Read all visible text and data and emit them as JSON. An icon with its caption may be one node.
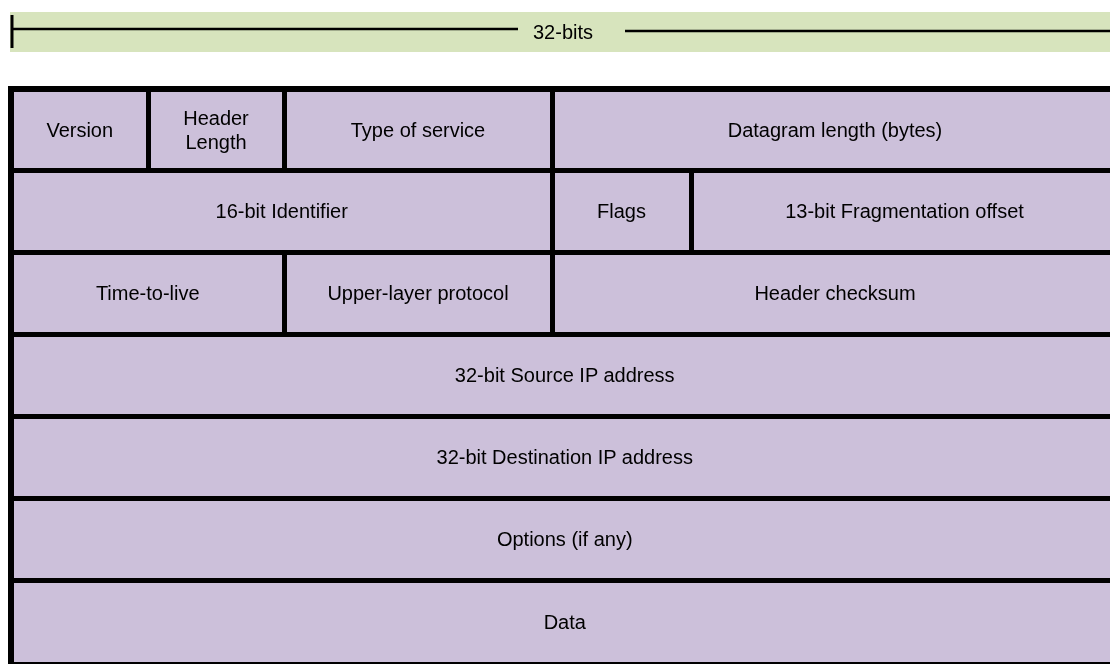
{
  "diagram": {
    "nodes": [
      {
        "text": [
          "32-bits"
        ]
      },
      {
        "text": [
          "Version"
        ]
      },
      {
        "text": [
          "Header Length"
        ]
      },
      {
        "text": [
          "Type of service"
        ]
      },
      {
        "text": [
          "Datagram length (bytes)"
        ]
      },
      {
        "text": [
          "16-bit Identifier"
        ]
      },
      {
        "text": [
          "Flags"
        ]
      },
      {
        "text": [
          "13-bit Fragmentation offset"
        ]
      },
      {
        "text": [
          "Time-to-live"
        ]
      },
      {
        "text": [
          "Upper-layer protocol"
        ]
      },
      {
        "text": [
          "Header checksum"
        ]
      },
      {
        "text": [
          "32-bit Source IP address"
        ]
      },
      {
        "text": [
          "32-bit Destination IP address"
        ]
      },
      {
        "text": [
          "Options (if any)"
        ]
      },
      {
        "text": [
          "Data"
        ]
      }
    ]
  }
}
